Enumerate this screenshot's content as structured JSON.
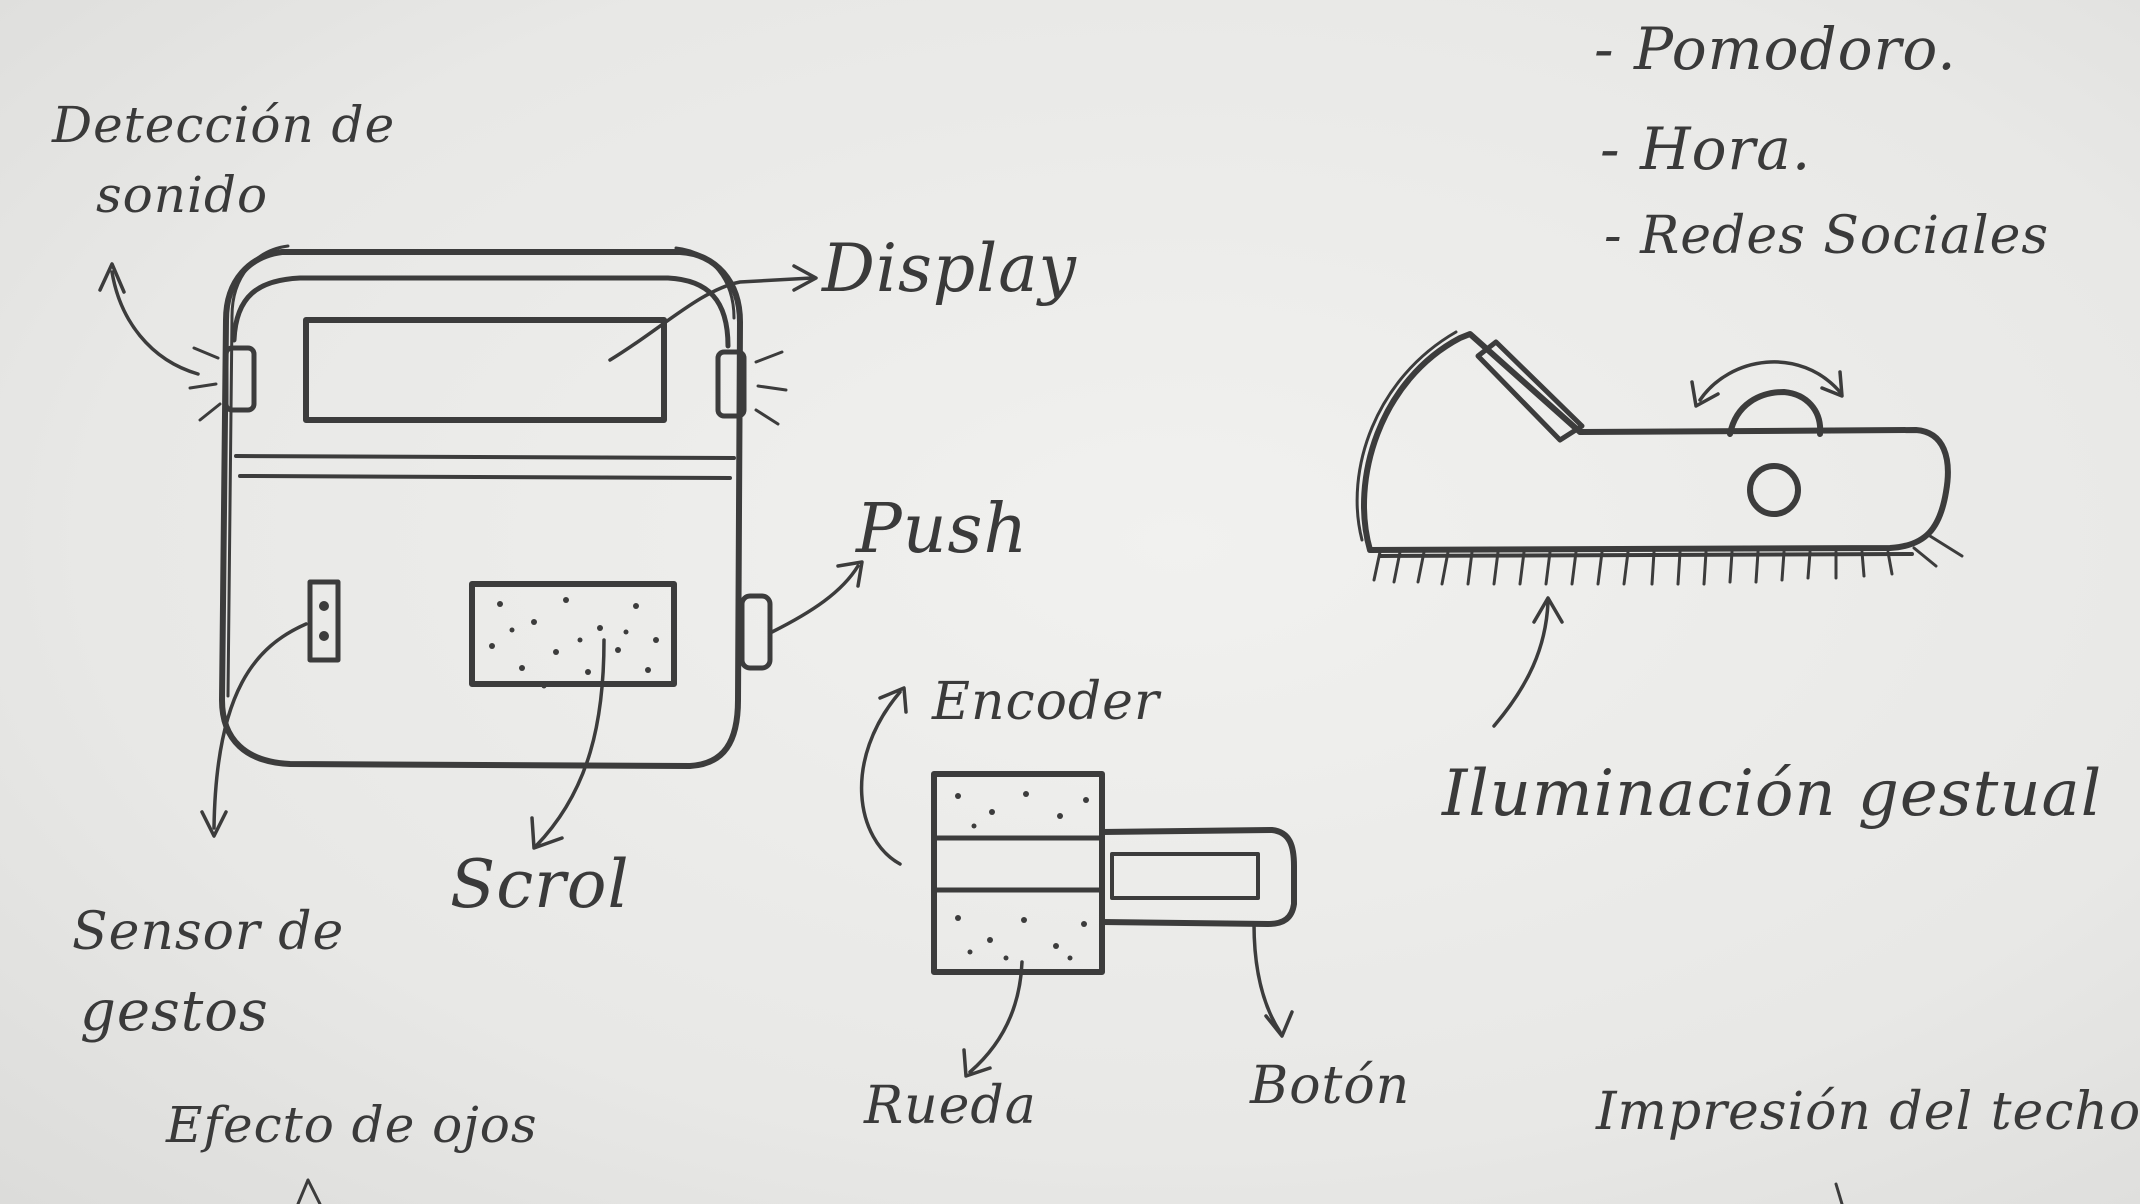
{
  "labels": {
    "deteccion_sonido_1": "Detección de",
    "deteccion_sonido_2": "sonido",
    "display": "Display",
    "push": "Push",
    "scrol": "Scrol",
    "sensor_gestos_1": "Sensor de",
    "sensor_gestos_2": "gestos",
    "efecto_ojos": "Efecto de ojos",
    "encoder": "Encoder",
    "rueda": "Rueda",
    "boton": "Botón",
    "pomodoro": "- Pomodoro.",
    "hora": "- Hora.",
    "redes_sociales": "- Redes Sociales",
    "iluminacion_gestual": "Iluminación gestual",
    "impresion_techo": "Impresión del techo"
  },
  "colors": {
    "paper": "#ececea",
    "pencil": "#3c3c3c"
  }
}
